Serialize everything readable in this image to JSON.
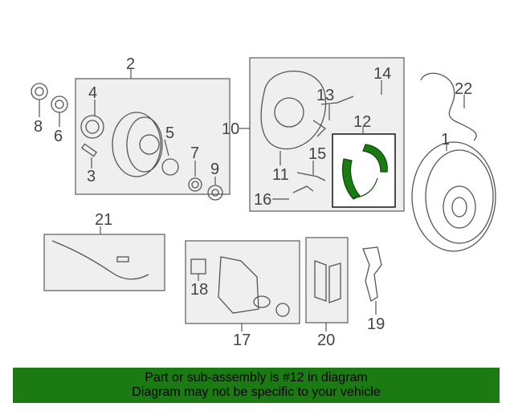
{
  "callouts": {
    "c1": "1",
    "c2": "2",
    "c3": "3",
    "c4": "4",
    "c5": "5",
    "c6": "6",
    "c7": "7",
    "c8": "8",
    "c9": "9",
    "c10": "10",
    "c11": "11",
    "c12": "12",
    "c13": "13",
    "c14": "14",
    "c15": "15",
    "c16": "16",
    "c17": "17",
    "c18": "18",
    "c19": "19",
    "c20": "20",
    "c21": "21",
    "c22": "22"
  },
  "highlight_color": "#1b7a12",
  "banner": {
    "line1": "Part or sub-assembly is #12 in diagram",
    "line2": "Diagram may not be specific to your vehicle"
  }
}
